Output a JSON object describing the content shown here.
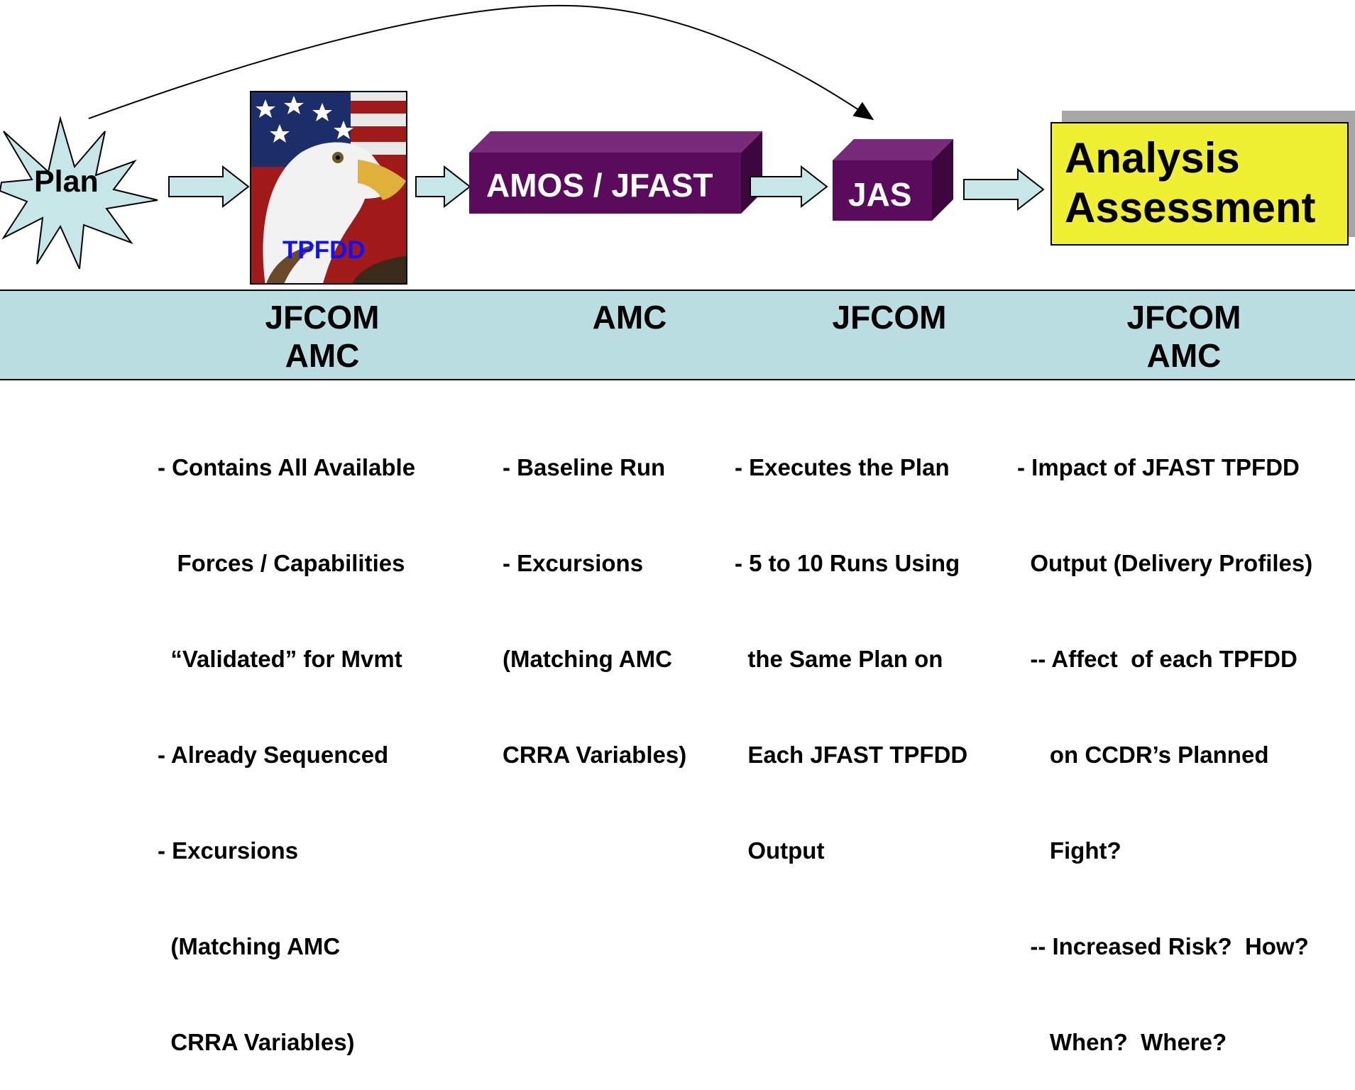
{
  "plan": {
    "label": "Plan"
  },
  "tpfdd": {
    "label": "TPFDD"
  },
  "amos": {
    "label": "AMOS / JFAST"
  },
  "jas": {
    "label": "JAS"
  },
  "analysis": {
    "line1": "Analysis",
    "line2": "Assessment"
  },
  "colors": {
    "band": "#b9dde1",
    "box": "#5b0b5b",
    "arrow_fill": "#c6e6e8",
    "analysis": "#f0f032"
  },
  "orgs": [
    {
      "line1": "JFCOM",
      "line2": "AMC"
    },
    {
      "line1": "AMC",
      "line2": ""
    },
    {
      "line1": "JFCOM",
      "line2": ""
    },
    {
      "line1": "JFCOM",
      "line2": "AMC"
    }
  ],
  "descriptions": [
    [
      "- Contains All Available",
      "   Forces / Capabilities",
      "  “Validated” for Mvmt",
      "- Already Sequenced",
      "- Excursions",
      "  (Matching AMC",
      "  CRRA Variables)"
    ],
    [
      "- Baseline Run",
      "- Excursions",
      "(Matching AMC",
      "CRRA Variables)"
    ],
    [
      "- Executes the Plan",
      "- 5 to 10 Runs Using",
      "  the Same Plan on",
      "  Each JFAST TPFDD",
      "  Output"
    ],
    [
      "- Impact of JFAST TPFDD",
      "  Output (Delivery Profiles)",
      "  -- Affect  of each TPFDD",
      "     on CCDR’s Planned",
      "     Fight?",
      "  -- Increased Risk?  How?",
      "     When?  Where?"
    ]
  ]
}
